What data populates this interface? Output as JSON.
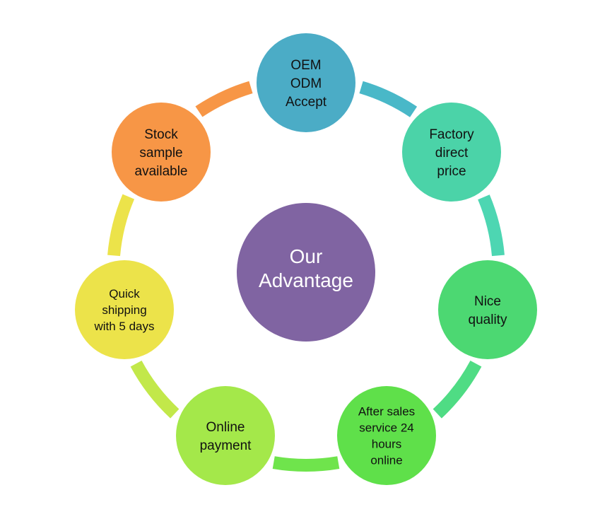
{
  "center": {
    "lines": [
      "Our",
      "Advantage"
    ],
    "color": "#8064a2"
  },
  "nodes": [
    {
      "id": "oem-odm",
      "lines": [
        "OEM",
        "ODM",
        "Accept"
      ],
      "color": "#4bacc6"
    },
    {
      "id": "factory-price",
      "lines": [
        "Factory",
        "direct",
        "price"
      ],
      "color": "#4bd3a8"
    },
    {
      "id": "nice-quality",
      "lines": [
        "Nice",
        "quality"
      ],
      "color": "#4cd872"
    },
    {
      "id": "after-sales",
      "lines": [
        "After sales",
        "service 24",
        "hours",
        "online"
      ],
      "color": "#5fe04a"
    },
    {
      "id": "online-payment",
      "lines": [
        "Online",
        "payment"
      ],
      "color": "#a4e84a"
    },
    {
      "id": "quick-shipping",
      "lines": [
        "Quick",
        "shipping",
        "with 5 days"
      ],
      "color": "#ece34a"
    },
    {
      "id": "stock-sample",
      "lines": [
        "Stock",
        "sample",
        "available"
      ],
      "color": "#f79646"
    }
  ],
  "connectors": [
    {
      "from": "oem-odm",
      "to": "factory-price",
      "color": "#49b8c8"
    },
    {
      "from": "factory-price",
      "to": "nice-quality",
      "color": "#4dd6b2"
    },
    {
      "from": "nice-quality",
      "to": "after-sales",
      "color": "#4fdc84"
    },
    {
      "from": "after-sales",
      "to": "online-payment",
      "color": "#6fe44c"
    },
    {
      "from": "online-payment",
      "to": "quick-shipping",
      "color": "#c2e84a"
    },
    {
      "from": "quick-shipping",
      "to": "stock-sample",
      "color": "#ece34a"
    },
    {
      "from": "stock-sample",
      "to": "oem-odm",
      "color": "#f79646"
    }
  ]
}
